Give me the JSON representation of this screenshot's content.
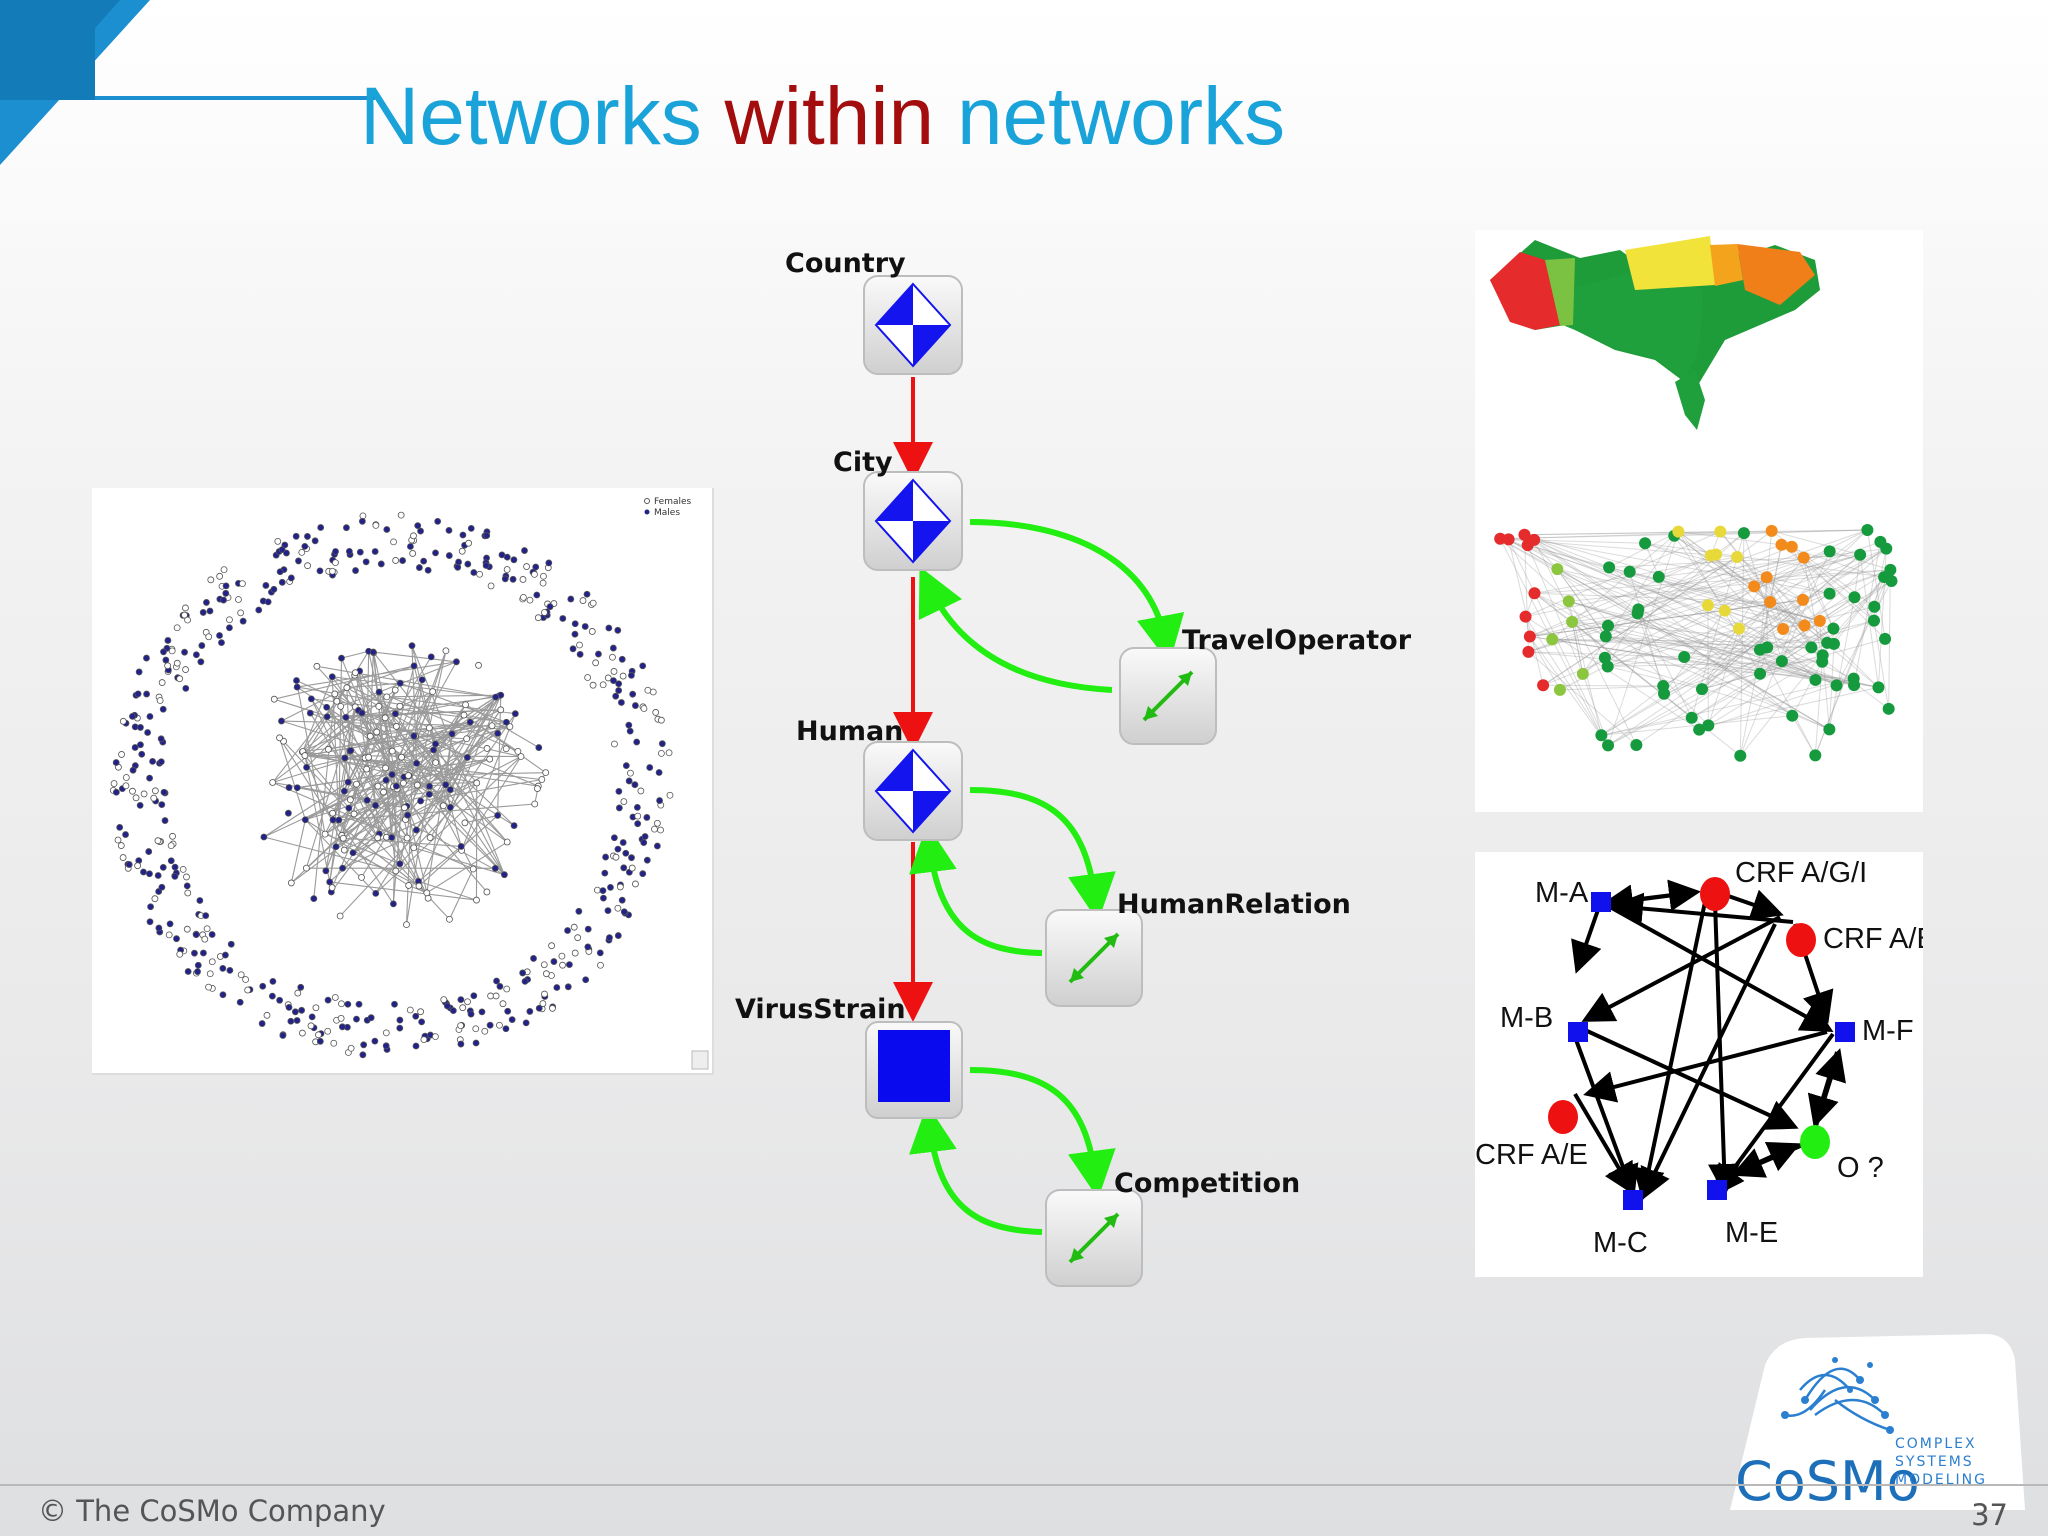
{
  "slide": {
    "title_part1": "Networks ",
    "title_part2": "within",
    "title_part3": " networks",
    "title_color_main": "#1aa3d9",
    "title_color_accent": "#a30d0d",
    "copyright": "© The CoSMo Company",
    "page_number": "37"
  },
  "social_graph": {
    "legend": [
      "Females",
      "Males"
    ]
  },
  "metamodel": {
    "nodes": [
      "Country",
      "City",
      "TravelOperator",
      "Human",
      "HumanRelation",
      "VirusStrain",
      "Competition"
    ],
    "hierarchy_color": "#ee1111",
    "relation_color": "#22ee11"
  },
  "hiv_network": {
    "nodes": [
      "CRF A/G/I",
      "M-A",
      "CRF A/B",
      "M-B",
      "M-F",
      "CRF A/E",
      "O ?",
      "M-C",
      "M-E"
    ]
  },
  "logo": {
    "name": "CoSMo",
    "line1": "COMPLEX",
    "line2": "SYSTEMS",
    "line3": "MODELING"
  }
}
